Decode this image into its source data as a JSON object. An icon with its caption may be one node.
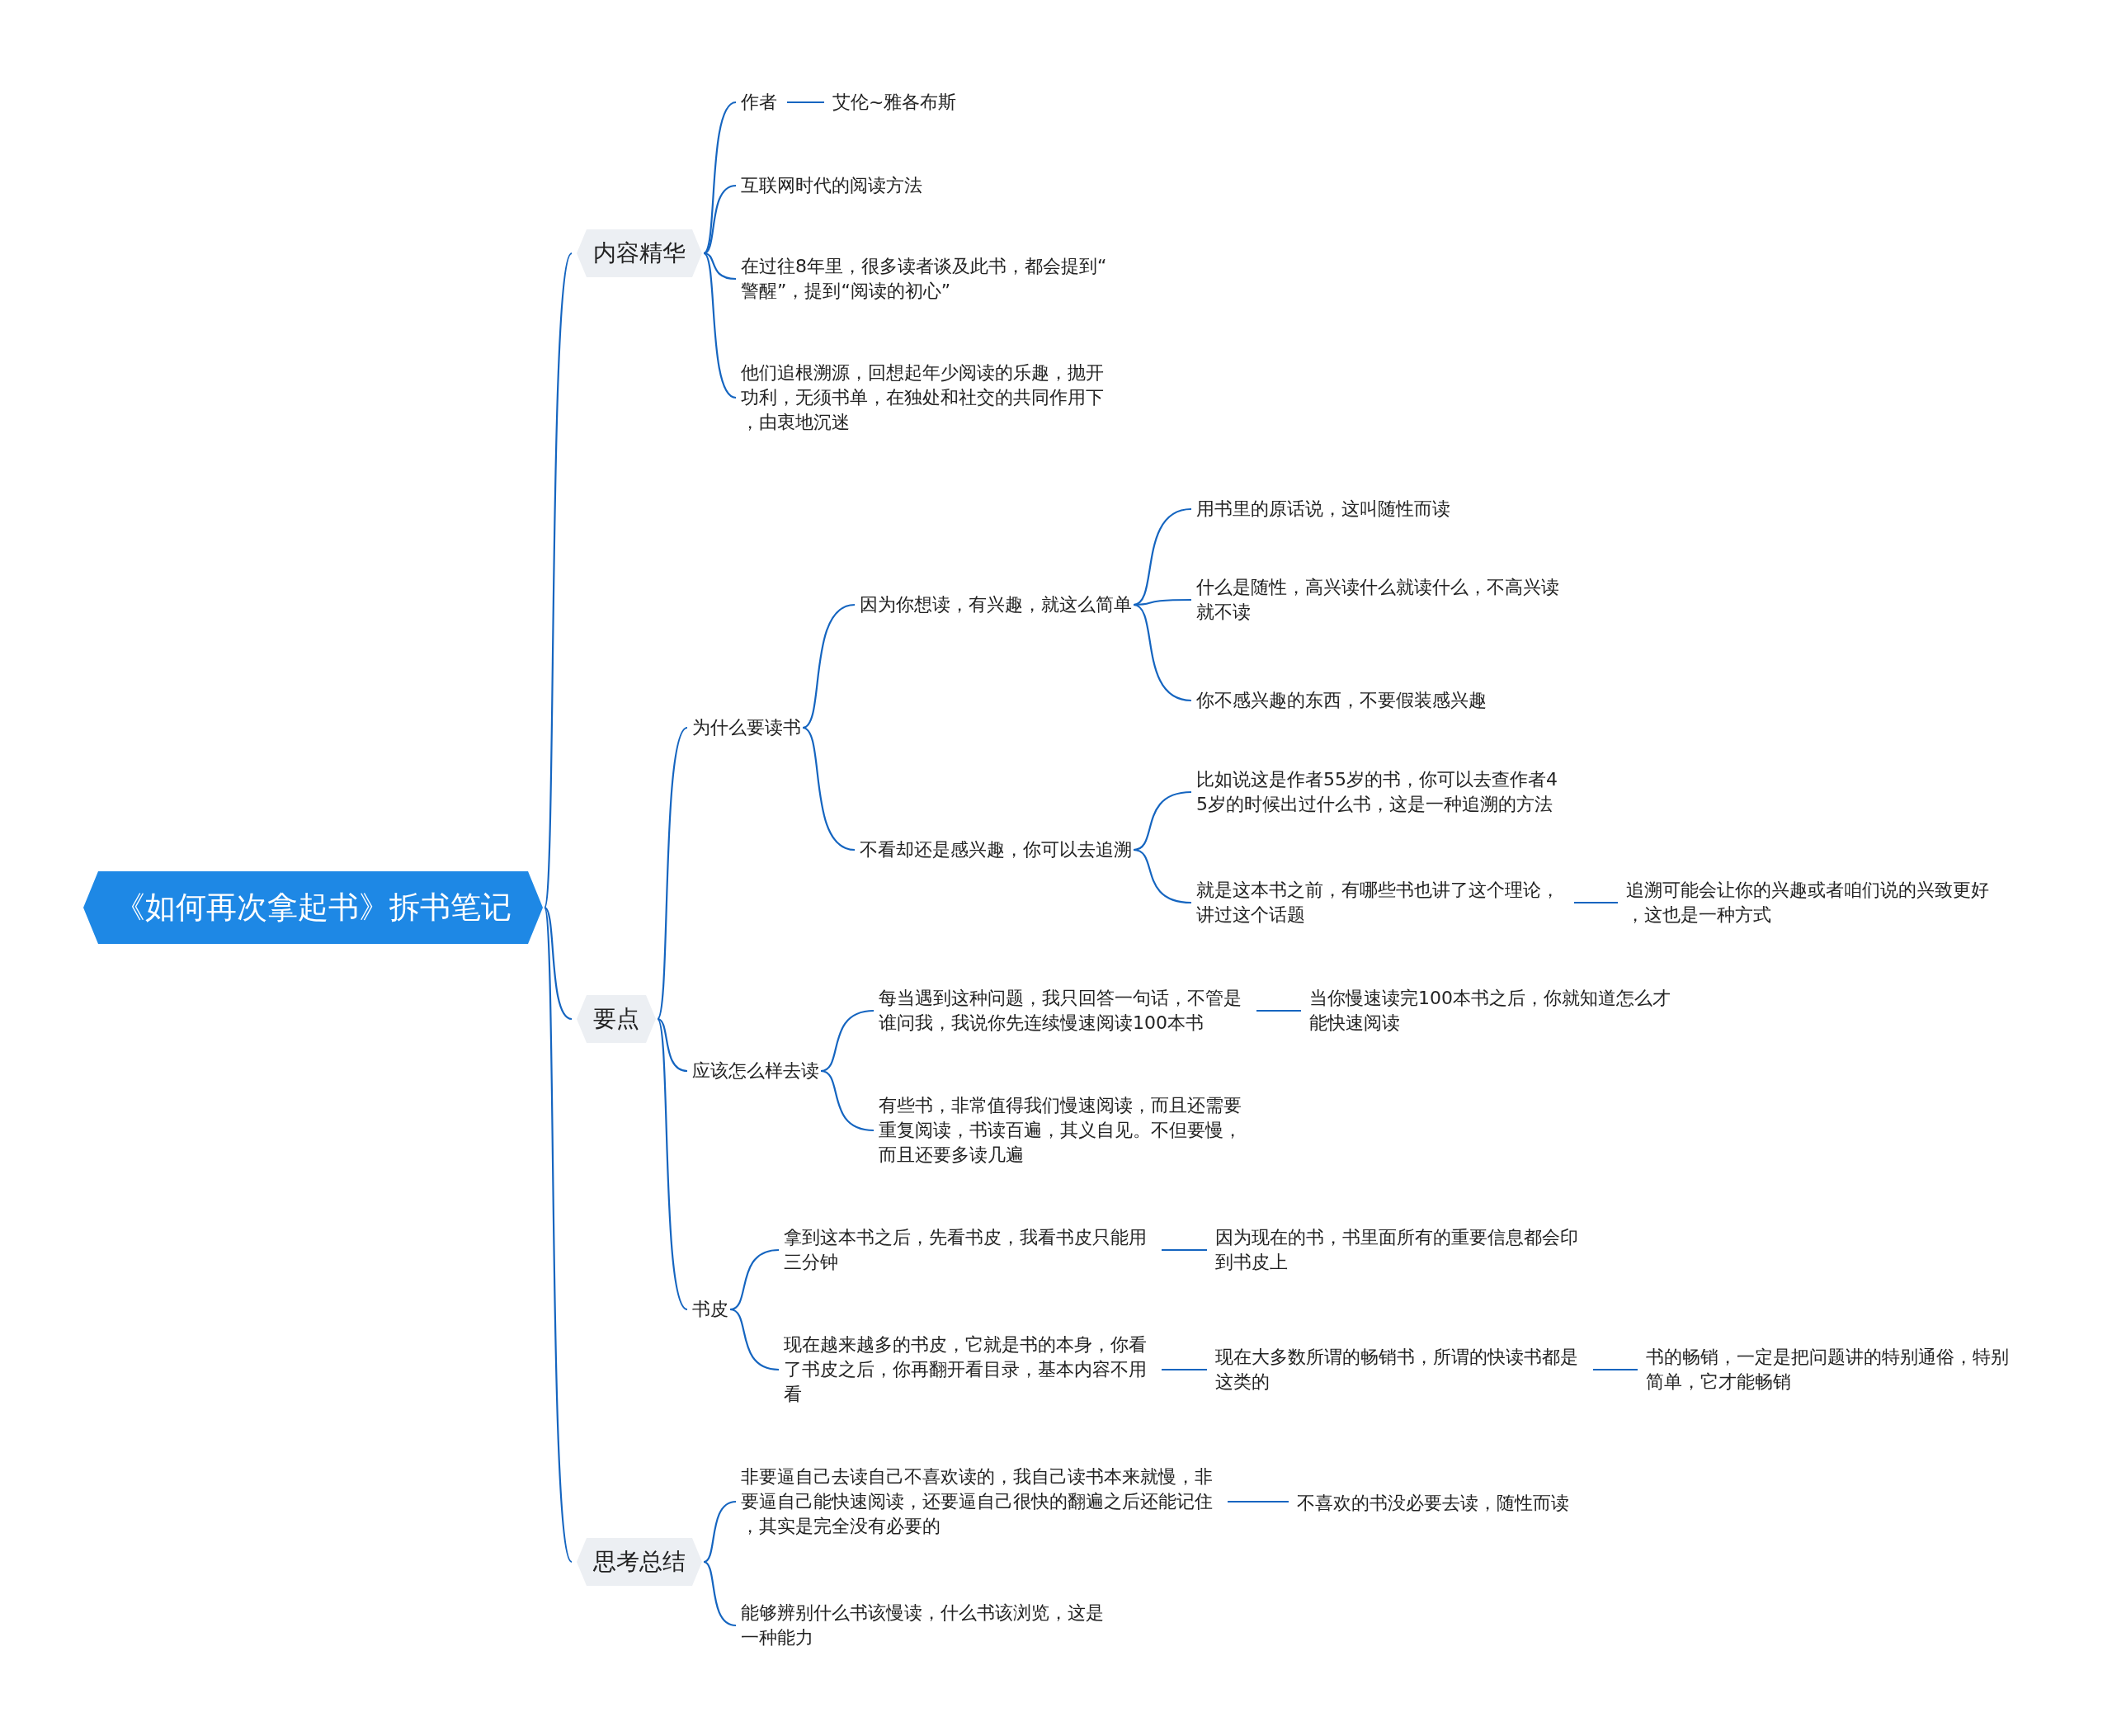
{
  "diagram": {
    "nodes": [
      {
        "text": [
          "《如何再次拿起书》拆书笔记"
        ]
      },
      {
        "text": [
          "内容精华"
        ]
      },
      {
        "text": [
          "作者"
        ]
      },
      {
        "text": [
          "艾伦~雅各布斯"
        ]
      },
      {
        "text": [
          "互联网时代的阅读方法"
        ]
      },
      {
        "text": [
          "在过往8年里，很多读者谈及此书，都会提到“警醒”，提到“阅读的初心”"
        ]
      },
      {
        "text": [
          "他们追根溯源，回想起年少阅读的乐趣，抛开功利，无须书单，在独处和社交的共同作用下，由衷地沉迷"
        ]
      },
      {
        "text": [
          "要点"
        ]
      },
      {
        "text": [
          "为什么要读书"
        ]
      },
      {
        "text": [
          "因为你想读，有兴趣，就这么简单"
        ]
      },
      {
        "text": [
          "用书里的原话说，这叫随性而读"
        ]
      },
      {
        "text": [
          "什么是随性，高兴读什么就读什么，不高兴读就不读"
        ]
      },
      {
        "text": [
          "你不感兴趣的东西，不要假装感兴趣"
        ]
      },
      {
        "text": [
          "不看却还是感兴趣，你可以去追溯"
        ]
      },
      {
        "text": [
          "比如说这是作者55岁的书，你可以去查作者45岁的时候出过什么书，这是一种追溯的方法"
        ]
      },
      {
        "text": [
          "就是这本书之前，有哪些书也讲了这个理论，讲过这个话题"
        ]
      },
      {
        "text": [
          "追溯可能会让你的兴趣或者咱们说的兴致更好，这也是一种方式"
        ]
      },
      {
        "text": [
          "应该怎么样去读"
        ]
      },
      {
        "text": [
          "每当遇到这种问题，我只回答一句话，不管是谁问我，我说你先连续慢速阅读100本书"
        ]
      },
      {
        "text": [
          "当你慢速读完100本书之后，你就知道怎么才能快速阅读"
        ]
      },
      {
        "text": [
          "有些书，非常值得我们慢速阅读，而且还需要重复阅读，书读百遍，其义自见。不但要慢，而且还要多读几遍"
        ]
      },
      {
        "text": [
          "书皮"
        ]
      },
      {
        "text": [
          "拿到这本书之后，先看书皮，我看书皮只能用三分钟"
        ]
      },
      {
        "text": [
          "因为现在的书，书里面所有的重要信息都会印到书皮上"
        ]
      },
      {
        "text": [
          "现在越来越多的书皮，它就是书的本身，你看了书皮之后，你再翻开看目录，基本内容不用看"
        ]
      },
      {
        "text": [
          "现在大多数所谓的畅销书，所谓的快读书都是这类的"
        ]
      },
      {
        "text": [
          "书的畅销，一定是把问题讲的特别通俗，特别简单，它才能畅销"
        ]
      },
      {
        "text": [
          "思考总结"
        ]
      },
      {
        "text": [
          "非要逼自己去读自己不喜欢读的，我自己读书本来就慢，非要逼自己能快速阅读，还要逼自己很快的翻遍之后还能记住，其实是完全没有必要的"
        ]
      },
      {
        "text": [
          "不喜欢的书没必要去读，随性而读"
        ]
      },
      {
        "text": [
          "能够辨别什么书该慢读，什么书该浏览，这是一种能力"
        ]
      }
    ],
    "edges": [
      {
        "from": 0,
        "to": 1,
        "arrow": "none"
      },
      {
        "from": 0,
        "to": 7,
        "arrow": "none"
      },
      {
        "from": 0,
        "to": 27,
        "arrow": "none"
      },
      {
        "from": 1,
        "to": 2,
        "arrow": "none"
      },
      {
        "from": 2,
        "to": 3,
        "arrow": "none"
      },
      {
        "from": 1,
        "to": 4,
        "arrow": "none"
      },
      {
        "from": 1,
        "to": 5,
        "arrow": "none"
      },
      {
        "from": 1,
        "to": 6,
        "arrow": "none"
      },
      {
        "from": 7,
        "to": 8,
        "arrow": "none"
      },
      {
        "from": 8,
        "to": 9,
        "arrow": "none"
      },
      {
        "from": 9,
        "to": 10,
        "arrow": "none"
      },
      {
        "from": 9,
        "to": 11,
        "arrow": "none"
      },
      {
        "from": 9,
        "to": 12,
        "arrow": "none"
      },
      {
        "from": 8,
        "to": 13,
        "arrow": "none"
      },
      {
        "from": 13,
        "to": 14,
        "arrow": "none"
      },
      {
        "from": 13,
        "to": 15,
        "arrow": "none"
      },
      {
        "from": 15,
        "to": 16,
        "arrow": "none"
      },
      {
        "from": 7,
        "to": 17,
        "arrow": "none"
      },
      {
        "from": 17,
        "to": 18,
        "arrow": "none"
      },
      {
        "from": 18,
        "to": 19,
        "arrow": "none"
      },
      {
        "from": 17,
        "to": 20,
        "arrow": "none"
      },
      {
        "from": 7,
        "to": 21,
        "arrow": "none"
      },
      {
        "from": 21,
        "to": 22,
        "arrow": "none"
      },
      {
        "from": 22,
        "to": 23,
        "arrow": "none"
      },
      {
        "from": 21,
        "to": 24,
        "arrow": "none"
      },
      {
        "from": 24,
        "to": 25,
        "arrow": "none"
      },
      {
        "from": 25,
        "to": 26,
        "arrow": "none"
      },
      {
        "from": 27,
        "to": 28,
        "arrow": "none"
      },
      {
        "from": 28,
        "to": 29,
        "arrow": "none"
      },
      {
        "from": 27,
        "to": 30,
        "arrow": "none"
      }
    ]
  }
}
